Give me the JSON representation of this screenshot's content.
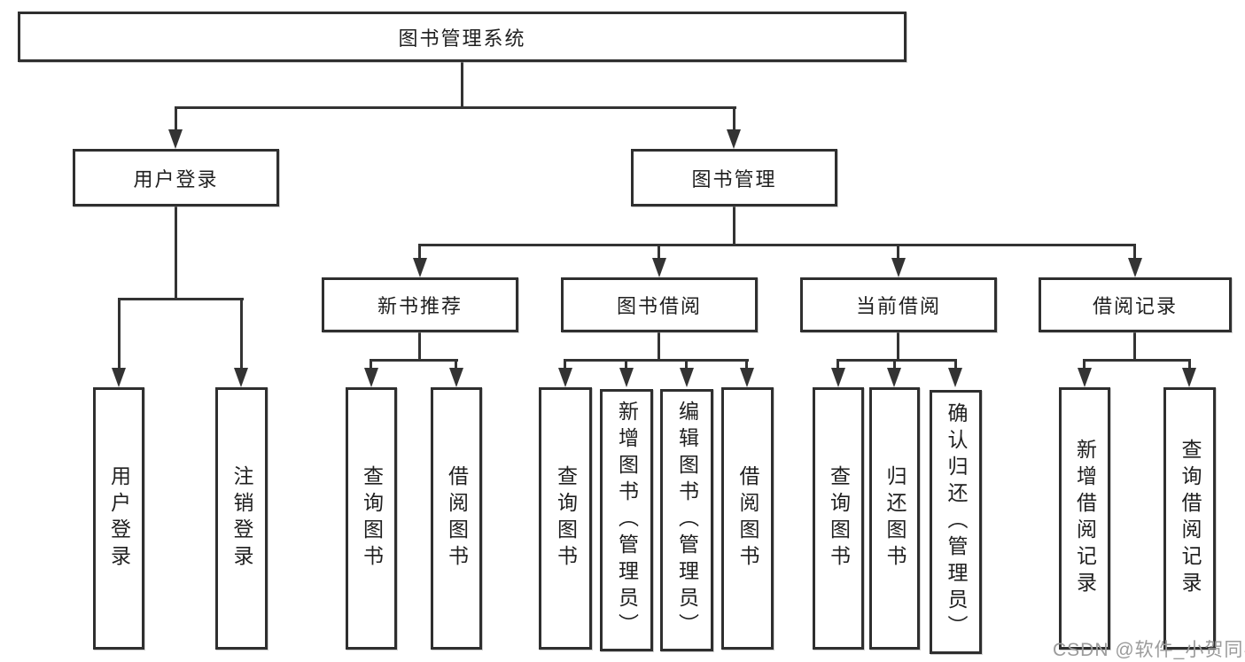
{
  "colors": {
    "line": "#333333",
    "box_border": "#2f2f2f",
    "text": "#1f1f1f",
    "watermark": "#9b9b9b",
    "background": "#ffffff"
  },
  "watermark": "CSDN @软件_小贺同学",
  "tree": {
    "root": "图书管理系统",
    "branches": [
      {
        "label": "用户登录",
        "children": [
          "用户登录",
          "注销登录"
        ]
      },
      {
        "label": "图书管理",
        "children": [
          {
            "label": "新书推荐",
            "children": [
              "查询图书",
              "借阅图书"
            ]
          },
          {
            "label": "图书借阅",
            "children": [
              "查询图书",
              "新增图书（管理员）",
              "编辑图书（管理员）",
              "借阅图书"
            ]
          },
          {
            "label": "当前借阅",
            "children": [
              "查询图书",
              "归还图书",
              "确认归还（管理员）"
            ]
          },
          {
            "label": "借阅记录",
            "children": [
              "新增借阅记录",
              "查询借阅记录"
            ]
          }
        ]
      }
    ]
  }
}
